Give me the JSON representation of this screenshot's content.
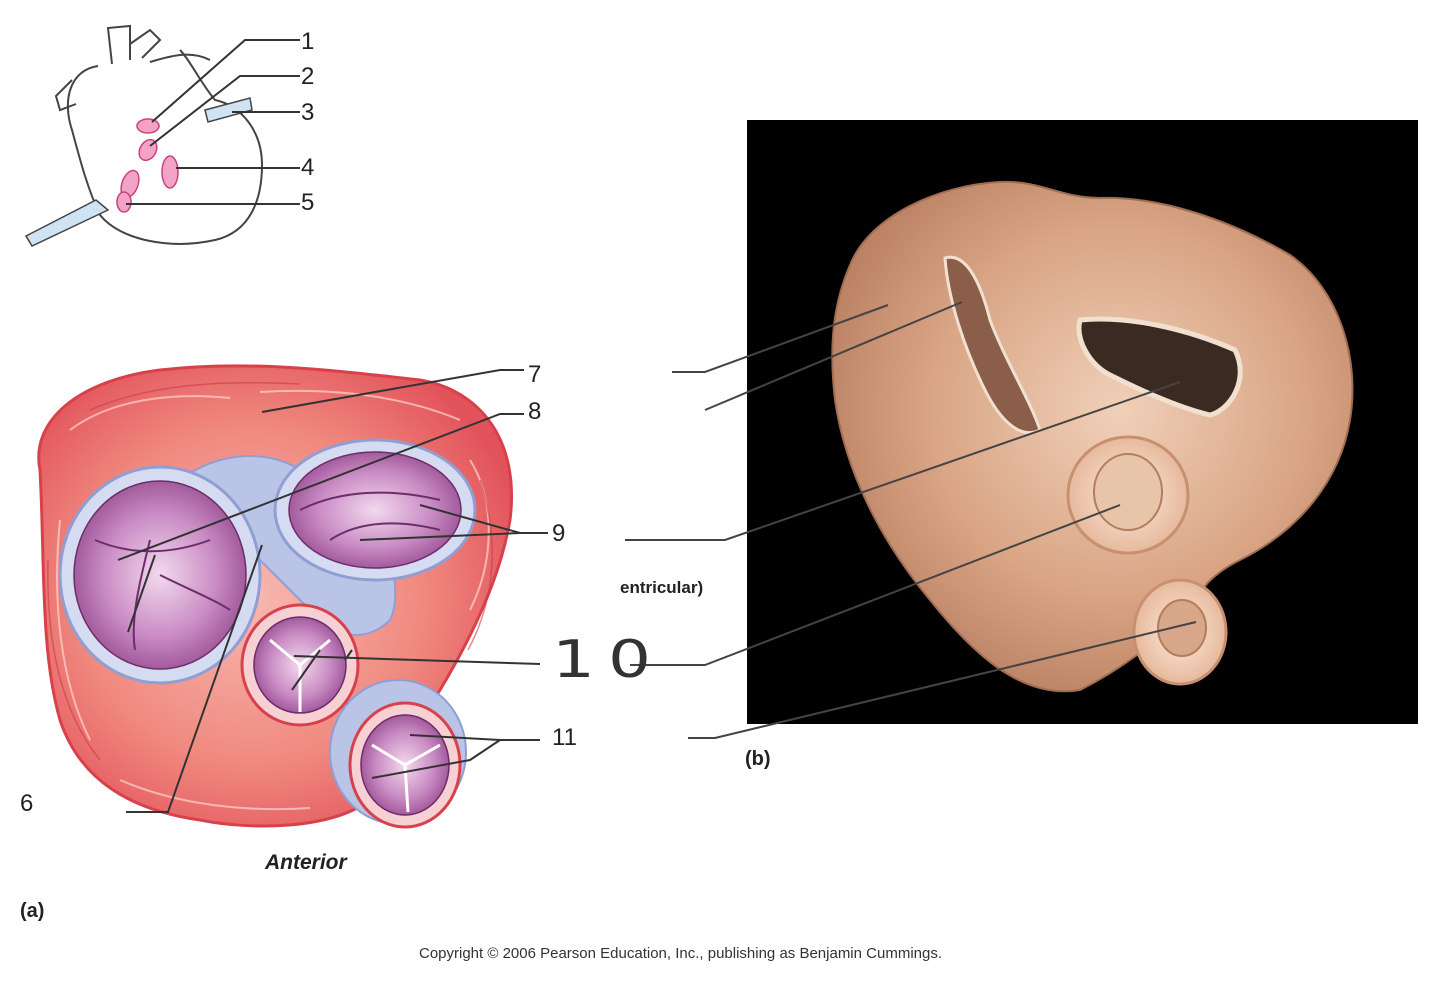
{
  "inset_labels": [
    "1",
    "2",
    "3",
    "4",
    "5"
  ],
  "figure_a": {
    "labels": {
      "six": "6",
      "seven": "7",
      "eight": "8",
      "nine": "9",
      "eleven": "11"
    },
    "handwritten_label": "10",
    "orientation": "Anterior",
    "panel": "(a)"
  },
  "figure_b": {
    "partial_label": "entricular)",
    "panel": "(b)"
  },
  "copyright": "Copyright © 2006 Pearson Education, Inc., publishing as Benjamin Cummings."
}
